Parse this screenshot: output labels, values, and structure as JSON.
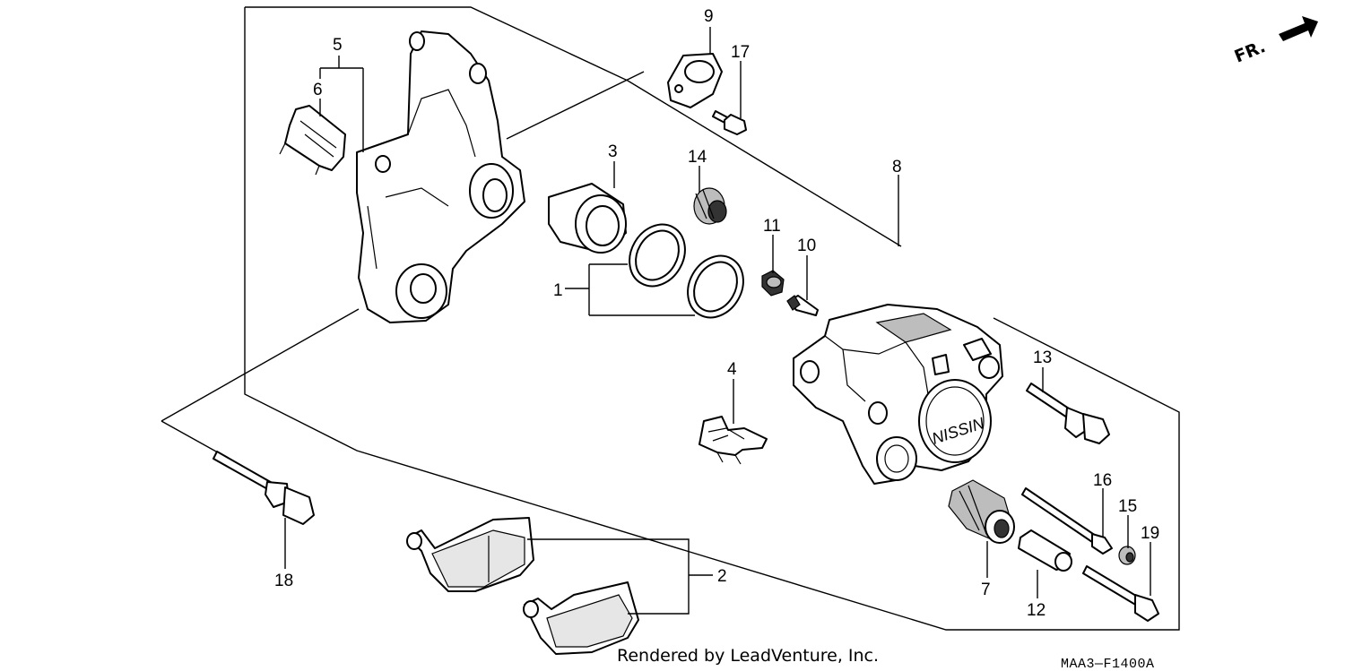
{
  "diagram": {
    "callouts": [
      {
        "id": "1",
        "label": "1"
      },
      {
        "id": "2",
        "label": "2"
      },
      {
        "id": "3",
        "label": "3"
      },
      {
        "id": "4",
        "label": "4"
      },
      {
        "id": "5",
        "label": "5"
      },
      {
        "id": "6",
        "label": "6"
      },
      {
        "id": "7",
        "label": "7"
      },
      {
        "id": "8",
        "label": "8"
      },
      {
        "id": "9",
        "label": "9"
      },
      {
        "id": "10",
        "label": "10"
      },
      {
        "id": "11",
        "label": "11"
      },
      {
        "id": "12",
        "label": "12"
      },
      {
        "id": "13",
        "label": "13"
      },
      {
        "id": "14",
        "label": "14"
      },
      {
        "id": "15",
        "label": "15"
      },
      {
        "id": "16",
        "label": "16"
      },
      {
        "id": "17",
        "label": "17"
      },
      {
        "id": "18",
        "label": "18"
      },
      {
        "id": "19",
        "label": "19"
      }
    ],
    "direction_label": "FR.",
    "diagram_code": "MAA3—F1400A",
    "caliper_brand": "NISSIN",
    "credit": "Rendered by LeadVenture, Inc."
  },
  "colors": {
    "ink": "#000000",
    "background": "#ffffff",
    "shade": "#bdbdbd"
  }
}
